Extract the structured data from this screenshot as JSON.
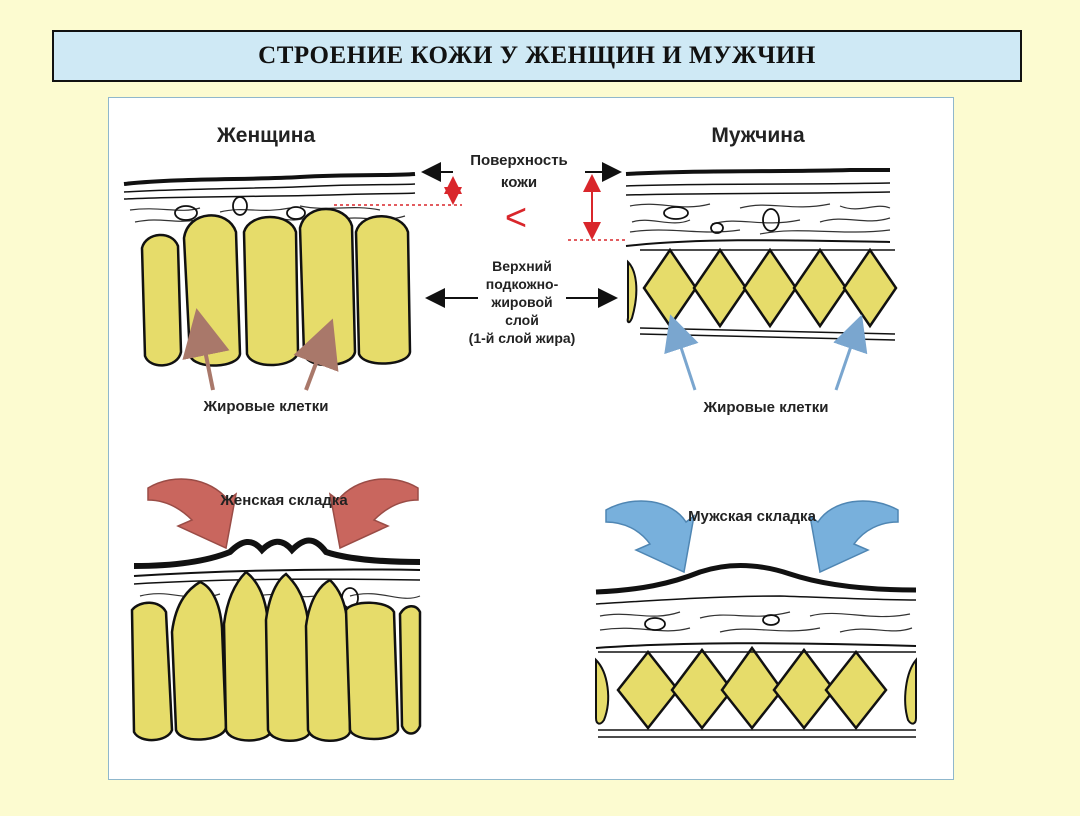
{
  "title": "СТРОЕНИЕ КОЖИ У ЖЕНЩИН И МУЖЧИН",
  "labels": {
    "female": "Женщина",
    "male": "Мужчина",
    "skin_surface_line1": "Поверхность",
    "skin_surface_line2": "кожи",
    "less_than": "<",
    "fat_layer_line1": "Верхний",
    "fat_layer_line2": "подкожно-",
    "fat_layer_line3": "жировой",
    "fat_layer_line4": "слой",
    "fat_layer_line5": "(1-й слой жира)",
    "fat_cells_female": "Жировые клетки",
    "fat_cells_male": "Жировые клетки",
    "female_fold": "Женская складка",
    "male_fold": "Мужская складка"
  },
  "colors": {
    "background": "#fcfbd0",
    "title_fill": "#cfe9f5",
    "fat_cell": "#e6dc6a",
    "female_arrow": "#c9665e",
    "male_arrow": "#78b0dc",
    "pointer_female": "#a9786a",
    "pointer_male": "#7aa6cf",
    "measure_red": "#d9262b"
  }
}
